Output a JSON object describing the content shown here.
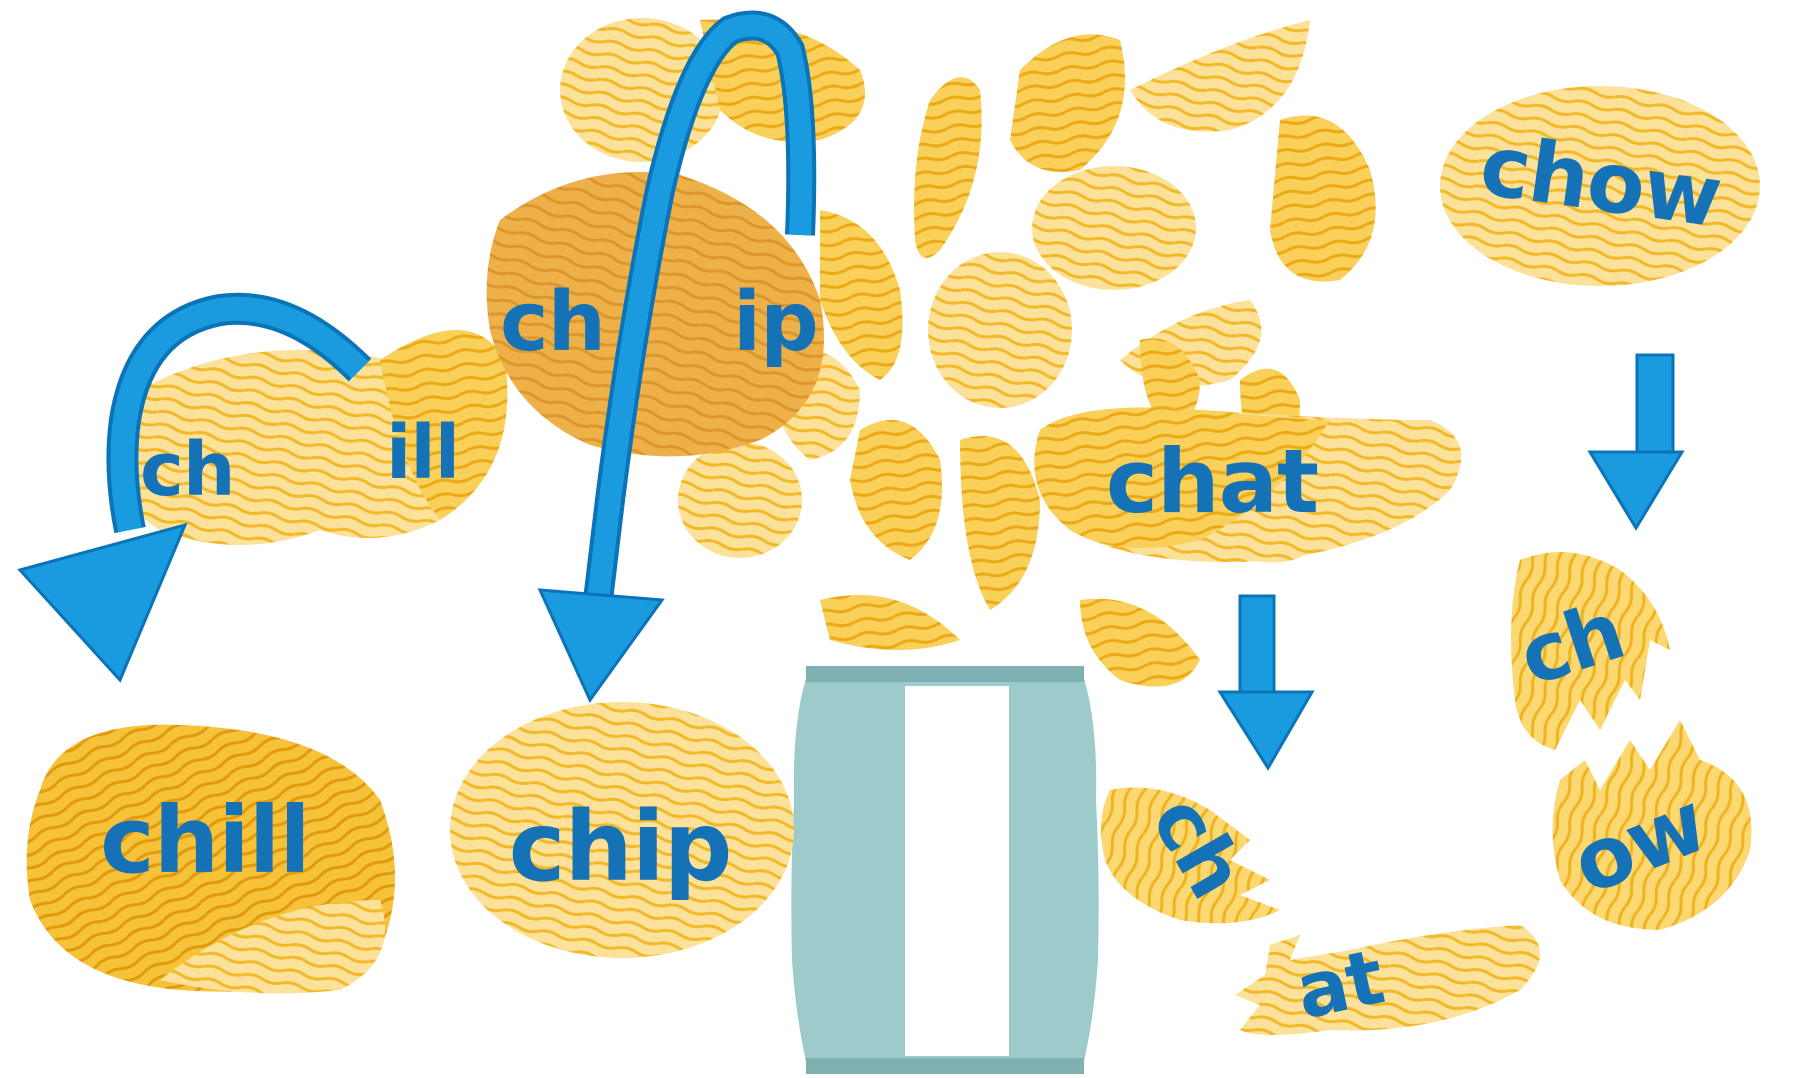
{
  "colors": {
    "chip_light": "#fde8a6",
    "chip_mid": "#f9d05a",
    "chip_dark": "#f2b41f",
    "chip_stripe": "#e7a20f",
    "chip_orange": "#eaa33a",
    "arrow_blue": "#1a9be0",
    "arrow_edge": "#0b73b8",
    "text_blue": "#1572b6",
    "bag_teal": "#9dcbcc",
    "bag_edge": "#7fb0b2"
  },
  "words": {
    "chill": {
      "prefix": "ch",
      "rime": "ill",
      "whole": "chill"
    },
    "chip": {
      "prefix": "ch",
      "rime": "ip",
      "whole": "chip"
    },
    "chat": {
      "prefix": "ch",
      "rime": "at",
      "whole": "chat"
    },
    "chow": {
      "prefix": "ch",
      "rime": "ow",
      "whole": "chow"
    }
  },
  "icons": {
    "arrow": "curved-arrow-icon",
    "down_arrow": "down-arrow-icon",
    "bag": "chip-bag-icon",
    "chip": "potato-chip-icon"
  }
}
